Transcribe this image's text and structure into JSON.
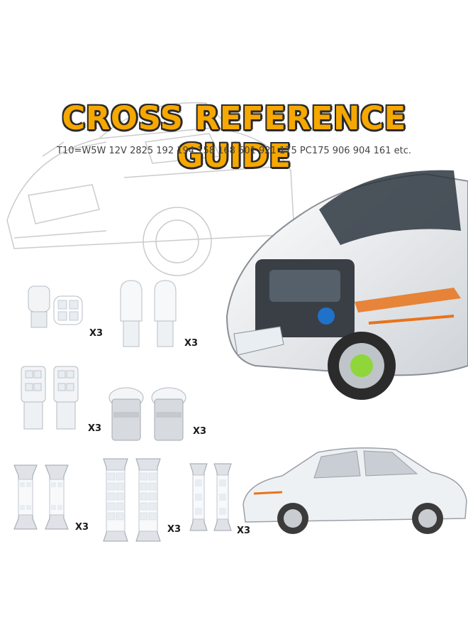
{
  "header": {
    "title": "CROSS REFERENCE GUIDE",
    "subtitle": "T10=W5W 12V 2825 192 194 158 168 501 921 175 PC175 906 904 161 etc."
  },
  "bulbs": [
    {
      "name": "t10-wedge-smd-4led",
      "qty": "X3"
    },
    {
      "name": "t10-wedge-silicone",
      "qty": "X3"
    },
    {
      "name": "t10-wedge-5smd",
      "qty": "X3"
    },
    {
      "name": "ba15s-1156-22smd",
      "qty": "X3"
    },
    {
      "name": "festoon-31mm-6smd",
      "qty": "X3"
    },
    {
      "name": "festoon-41mm-24smd",
      "qty": "X3"
    },
    {
      "name": "festoon-36mm-3smd",
      "qty": "X3"
    }
  ],
  "colors": {
    "title_fill": "#f6a800",
    "title_outline": "#2a2a2a",
    "accent_orange": "#e8731a",
    "brake_green": "#8ed63a"
  }
}
